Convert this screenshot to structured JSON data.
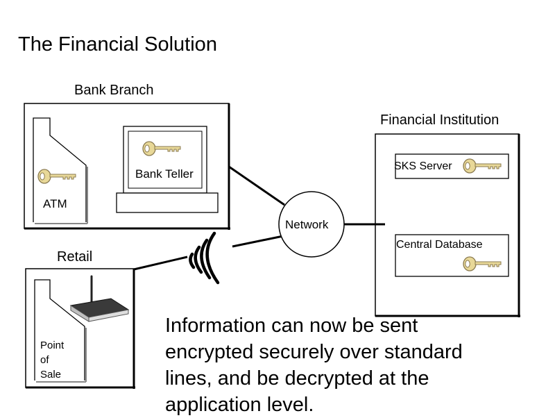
{
  "slide_title": "The Financial Solution",
  "bank_branch": {
    "label": "Bank Branch",
    "atm_label": "ATM",
    "teller_label": "Bank Teller"
  },
  "financial_institution": {
    "label": "Financial Institution",
    "sks_server_label": "SKS Server",
    "central_database_label": "Central Database"
  },
  "network_label": "Network",
  "retail": {
    "label": "Retail",
    "point_of_sale_lines": [
      "Point",
      "of",
      "Sale"
    ]
  },
  "info_text_lines": [
    "Information can now be sent",
    "encrypted securely over standard",
    "lines, and be decrypted at the",
    "application level."
  ],
  "colors": {
    "key_fill": "#e8d898",
    "key_stroke": "#8a7a50",
    "line": "#000000"
  },
  "icons": [
    "key-icon",
    "wifi-router-icon",
    "wireless-signal-icon"
  ]
}
